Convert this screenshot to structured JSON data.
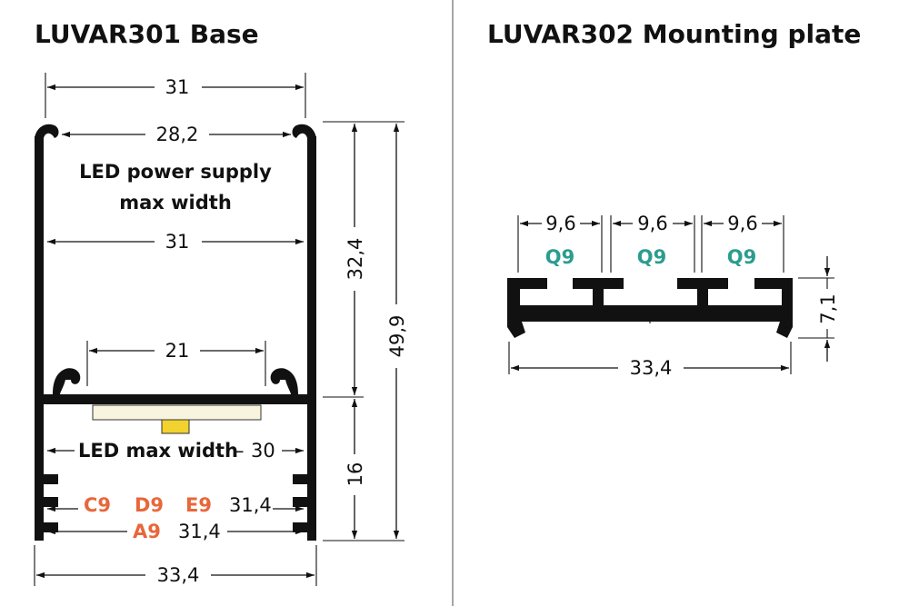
{
  "titles": {
    "left": "LUVAR301 Base",
    "right": "LUVAR302 Mounting plate"
  },
  "base": {
    "dims": {
      "outer_top_width": "31",
      "inner_top_width": "28,2",
      "inner_width": "31",
      "led_base_width": "21",
      "led_max_width_value": "30",
      "channel_width_value": "31,4",
      "channel_width_a9_value": "31,4",
      "total_width": "33,4",
      "upper_height": "32,4",
      "lower_height": "16",
      "total_height": "49,9"
    },
    "labels": {
      "power_supply_line1": "LED power supply",
      "power_supply_line2": "max width",
      "led_max_width": "LED max width",
      "dash": "–",
      "c9": "C9",
      "d9": "D9",
      "e9": "E9",
      "a9": "A9"
    }
  },
  "plate": {
    "dims": {
      "slot1": "9,6",
      "slot2": "9,6",
      "slot3": "9,6",
      "width": "33,4",
      "height": "7,1"
    },
    "labels": {
      "q9_1": "Q9",
      "q9_2": "Q9",
      "q9_3": "Q9"
    }
  },
  "colors": {
    "orange": "#e8673a",
    "teal": "#2a9d8f",
    "divider": "#888888",
    "profile": "#111111"
  }
}
